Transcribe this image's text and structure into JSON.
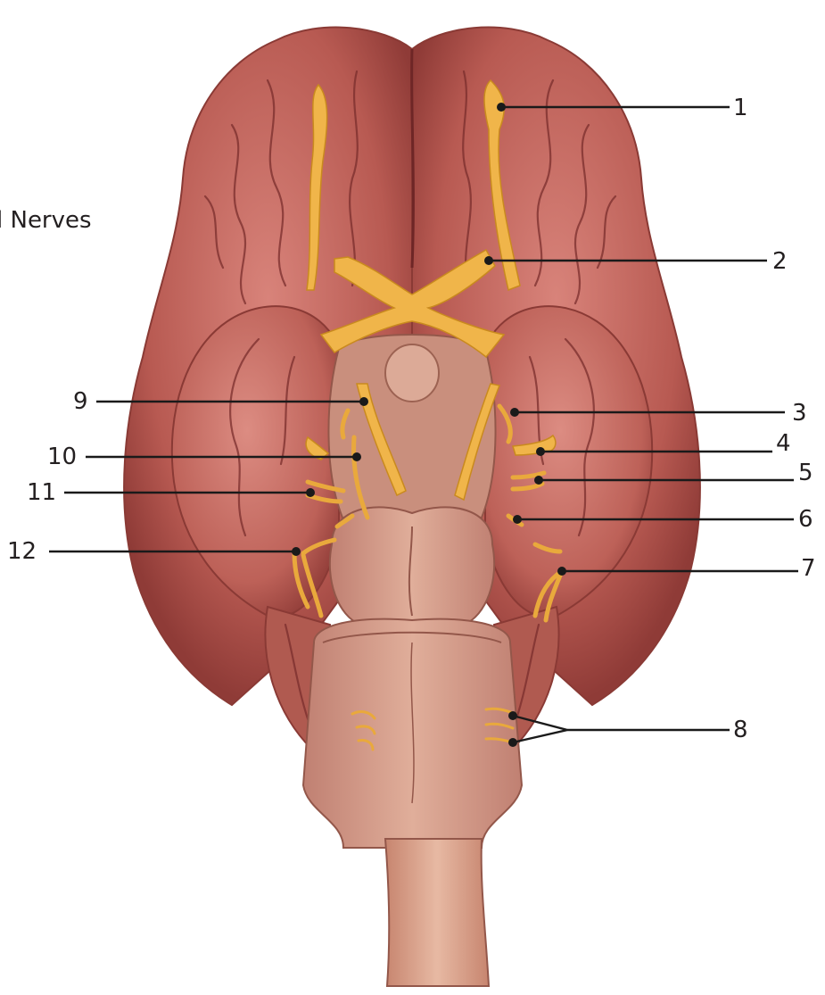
{
  "title": "l Nerves",
  "labels": [
    "1",
    "2",
    "3",
    "4",
    "5",
    "6",
    "7",
    "8",
    "9",
    "10",
    "11",
    "12"
  ],
  "colors": {
    "brain": "#b85a52",
    "brain_light": "#cf7a70",
    "brainstem": "#d7a08c",
    "nerve": "#f0b54a",
    "leader": "#1a1a1a"
  }
}
